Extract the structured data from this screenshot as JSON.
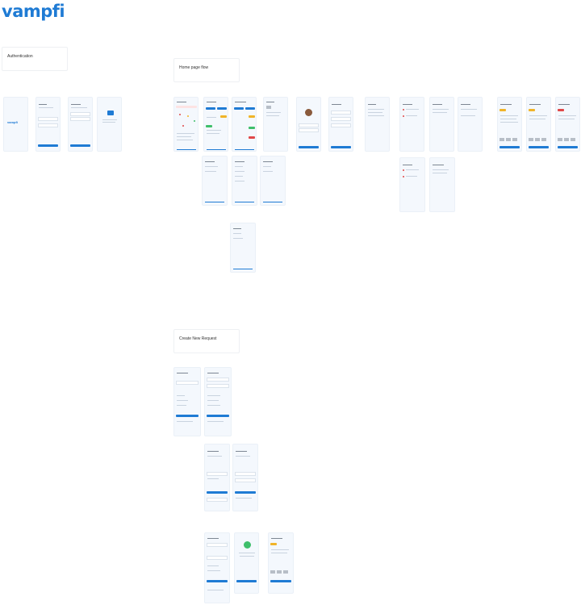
{
  "brand": {
    "logo_text": "vampfi"
  },
  "sections": {
    "authentication": {
      "title": "Authentication"
    },
    "home_page_flow": {
      "title": "Home page flow"
    },
    "create_new_request": {
      "title": "Create New Request"
    }
  },
  "auth_screens": {
    "splash_logo": "vampfi"
  },
  "colors": {
    "accent": "#1f7bd4",
    "screen_bg": "#f4f8fd",
    "success": "#3fbf6b",
    "warning": "#f0b429",
    "danger": "#e04848"
  }
}
